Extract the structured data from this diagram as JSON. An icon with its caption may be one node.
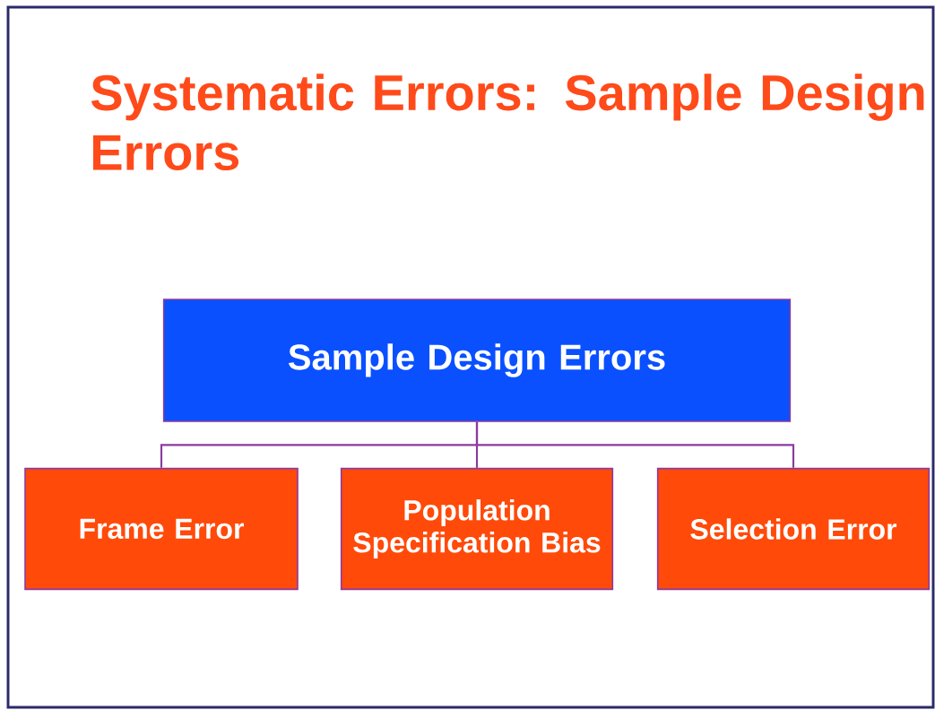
{
  "diagram": {
    "title": "Systematic Errors: Sample Design Errors",
    "nodes": [
      {
        "text": [
          "Sample Design Errors"
        ]
      },
      {
        "text": [
          "Frame Error"
        ]
      },
      {
        "text": [
          "Population Specification Bias"
        ]
      },
      {
        "text": [
          "Selection Error"
        ]
      }
    ],
    "edges": [
      {
        "from": 0,
        "to": 1,
        "arrow": "none"
      },
      {
        "from": 0,
        "to": 2,
        "arrow": "none"
      },
      {
        "from": 0,
        "to": 3,
        "arrow": "none"
      }
    ]
  }
}
